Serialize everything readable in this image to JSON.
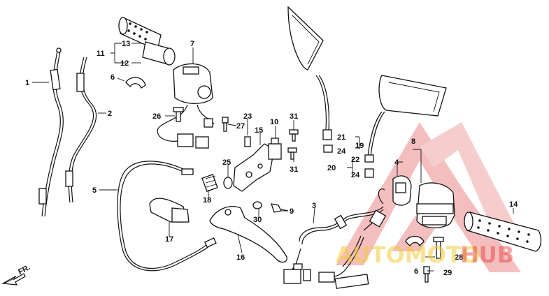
{
  "callouts": {
    "1": "1",
    "2": "2",
    "11": "11",
    "13": "13",
    "12": "12",
    "6a": "6",
    "7": "7",
    "26": "26",
    "27": "27",
    "23": "23",
    "15": "15",
    "10": "10",
    "31a": "31",
    "31b": "31",
    "25": "25",
    "5": "5",
    "18": "18",
    "17": "17",
    "16": "16",
    "30": "30",
    "9": "9",
    "3": "3",
    "21": "21",
    "19": "19",
    "24a": "24",
    "20": "20",
    "22": "22",
    "24b": "24",
    "8": "8",
    "4": "4",
    "14": "14",
    "28": "28",
    "6b": "6",
    "29": "29"
  },
  "direction_label": "FR.",
  "watermark": {
    "part1": "AUTOMOTO",
    "part2": "HUB"
  },
  "colors": {
    "line": "#111111",
    "background": "#ffffff",
    "watermark_gold": "#f2cb3a",
    "watermark_red": "#e53935"
  }
}
